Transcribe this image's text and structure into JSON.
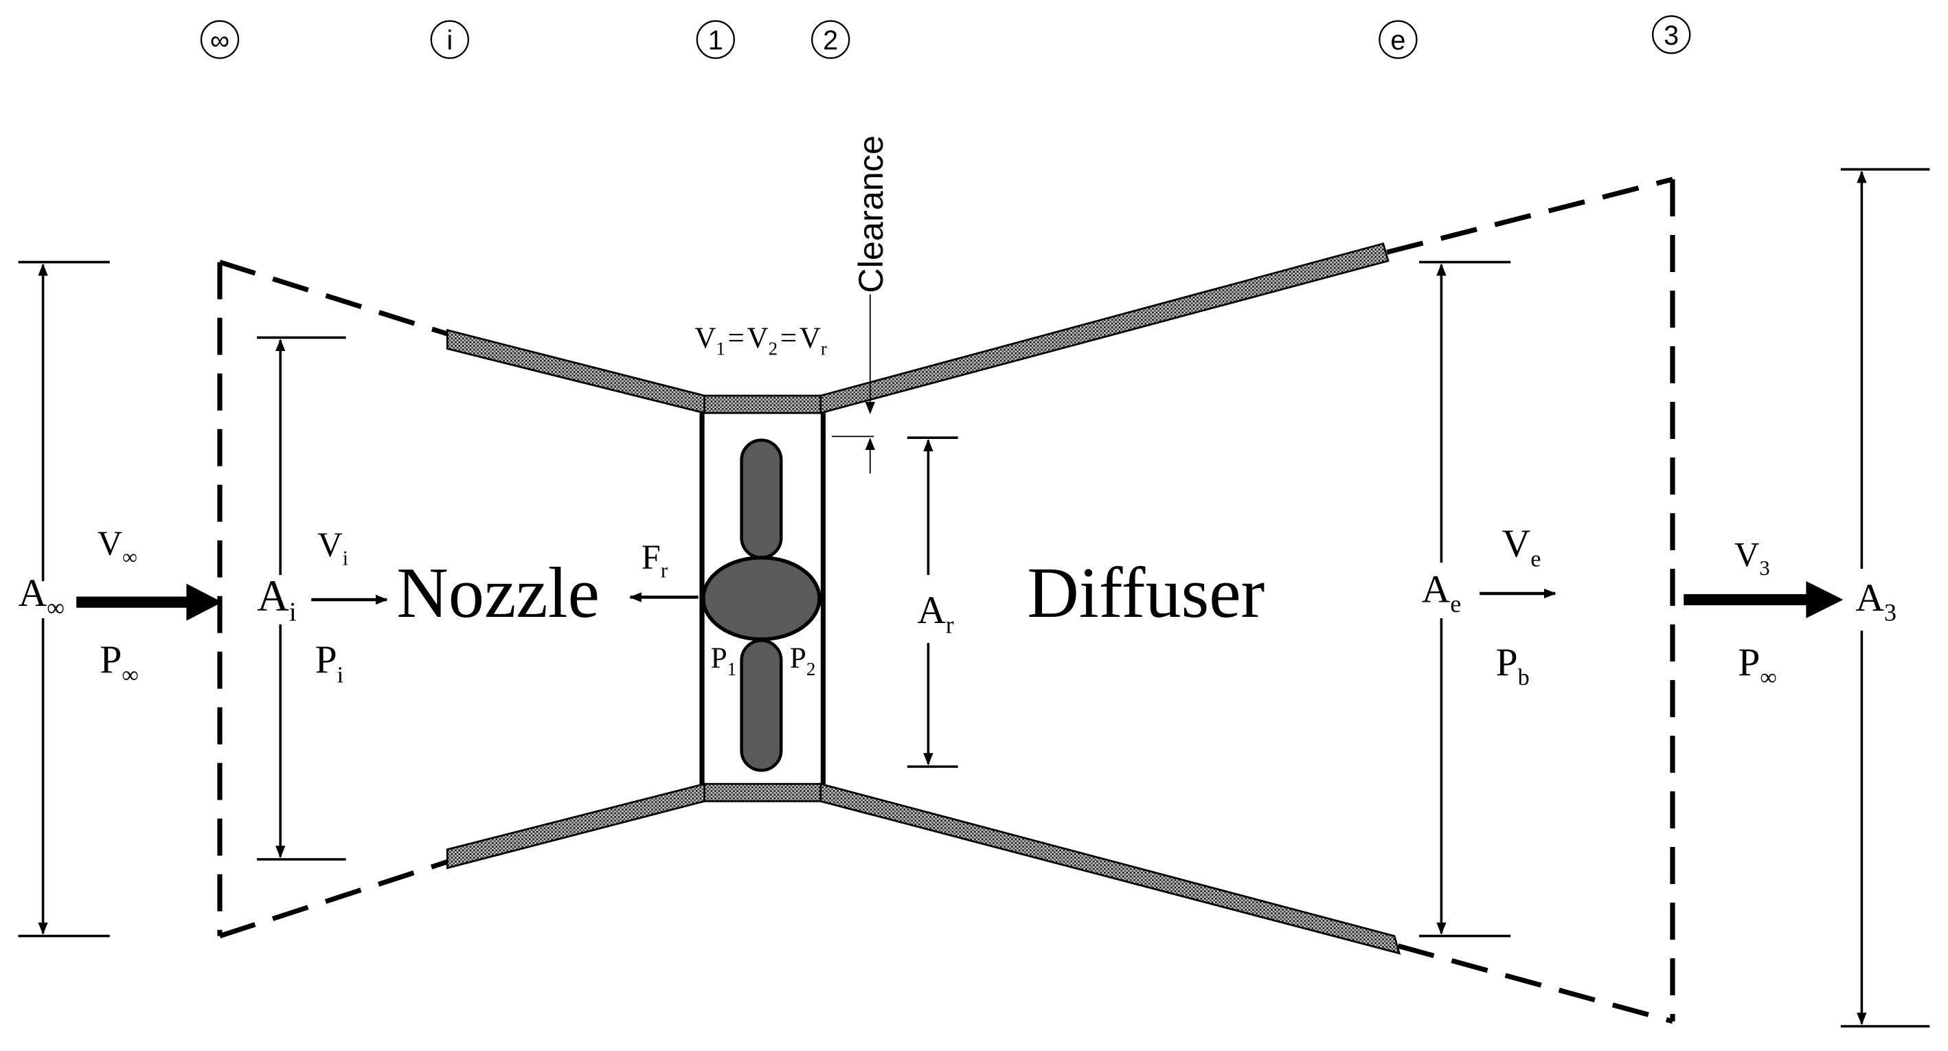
{
  "stations": [
    "∞",
    "i",
    "1",
    "2",
    "e",
    "3"
  ],
  "labels": {
    "nozzle": "Nozzle",
    "diffuser": "Diffuser",
    "clearance": "Clearance"
  },
  "areas": {
    "a_inf": {
      "base": "A",
      "sub": "∞"
    },
    "a_i": {
      "base": "A",
      "sub": "i"
    },
    "a_r": {
      "base": "A",
      "sub": "r"
    },
    "a_e": {
      "base": "A",
      "sub": "e"
    },
    "a_3": {
      "base": "A",
      "sub": "3"
    }
  },
  "velocities": {
    "v_inf": {
      "base": "V",
      "sub": "∞"
    },
    "v_i": {
      "base": "V",
      "sub": "i"
    },
    "v_e": {
      "base": "V",
      "sub": "e"
    },
    "v_3": {
      "base": "V",
      "sub": "3"
    }
  },
  "pressures": {
    "p_inf_in": {
      "base": "P",
      "sub": "∞"
    },
    "p_i": {
      "base": "P",
      "sub": "i"
    },
    "p_1": {
      "base": "P",
      "sub": "1"
    },
    "p_2": {
      "base": "P",
      "sub": "2"
    },
    "p_b": {
      "base": "P",
      "sub": "b"
    },
    "p_inf_out": {
      "base": "P",
      "sub": "∞"
    }
  },
  "force": {
    "base": "F",
    "sub": "r"
  },
  "equality": {
    "v1": {
      "base": "V",
      "sub": "1"
    },
    "eq1": "=",
    "v2": {
      "base": "V",
      "sub": "2"
    },
    "eq2": "=",
    "vr": {
      "base": "V",
      "sub": "r"
    }
  }
}
